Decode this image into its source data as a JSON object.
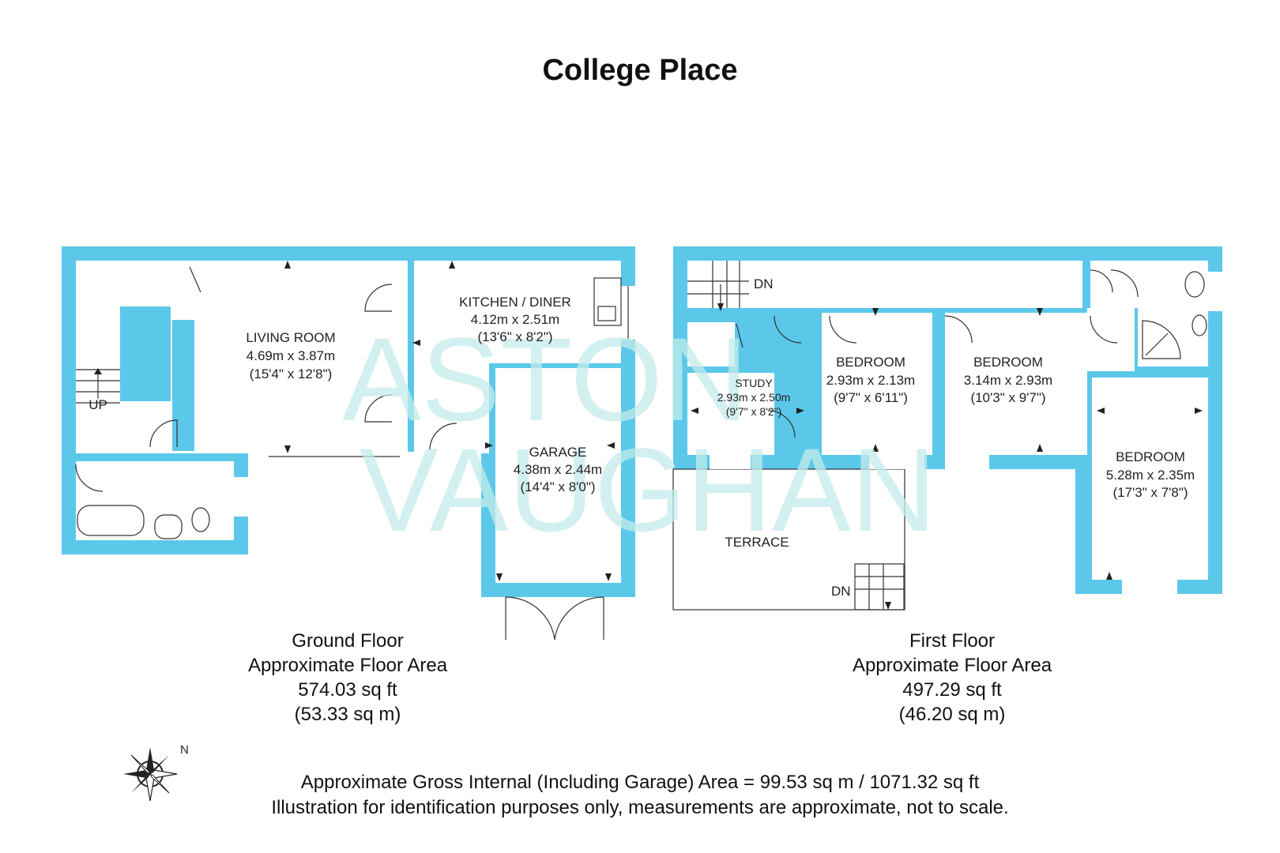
{
  "title": "College Place",
  "watermark": {
    "line1": "ASTON",
    "line2": "VAUGHAN"
  },
  "ground_floor": {
    "rooms": [
      {
        "name": "LIVING ROOM",
        "metric": "4.69m x 3.87m",
        "imperial": "(15'4\" x 12'8\")"
      },
      {
        "name": "KITCHEN / DINER",
        "metric": "4.12m x 2.51m",
        "imperial": "(13'6\" x 8'2\")"
      },
      {
        "name": "GARAGE",
        "metric": "4.38m x 2.44m",
        "imperial": "(14'4\" x 8'0\")"
      }
    ],
    "stairs_label": "UP",
    "caption": {
      "floor": "Ground Floor",
      "label": "Approximate Floor Area",
      "sqft": "574.03 sq ft",
      "sqm": "(53.33 sq m)"
    }
  },
  "first_floor": {
    "rooms": [
      {
        "name": "STUDY",
        "metric": "2.93m x 2.50m",
        "imperial": "(9'7\" x 8'2\")"
      },
      {
        "name": "BEDROOM",
        "metric": "2.93m x 2.13m",
        "imperial": "(9'7\" x 6'11\")"
      },
      {
        "name": "BEDROOM",
        "metric": "3.14m x 2.93m",
        "imperial": "(10'3\" x 9'7\")"
      },
      {
        "name": "BEDROOM",
        "metric": "5.28m x 2.35m",
        "imperial": "(17'3\" x 7'8\")"
      }
    ],
    "terrace_label": "TERRACE",
    "stairs_down_label": "DN",
    "terrace_stairs_label": "DN",
    "caption": {
      "floor": "First Floor",
      "label": "Approximate Floor Area",
      "sqft": "497.29 sq ft",
      "sqm": "(46.20 sq m)"
    }
  },
  "compass": {
    "north_label": "N",
    "icon": "compass-rose-icon"
  },
  "footer": {
    "gross_area": "Approximate Gross Internal (Including Garage) Area = 99.53 sq m / 1071.32 sq ft",
    "disclaimer": "Illustration for identification purposes only, measurements are approximate, not to scale."
  },
  "colors": {
    "wall": "#5bc8ea",
    "watermark": "#c4ecea",
    "text": "#222222"
  }
}
